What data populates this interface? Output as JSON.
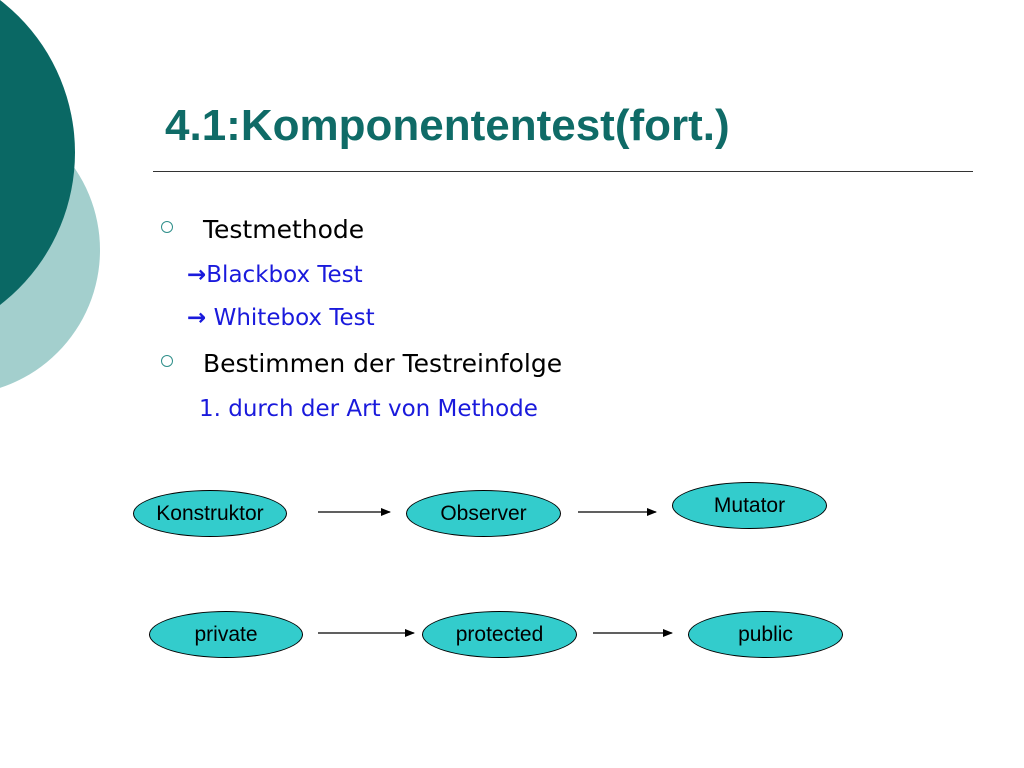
{
  "slide": {
    "title": "4.1:Komponententest(fort.)",
    "bullets": [
      {
        "text": "Testmethode",
        "subitems": [
          {
            "arrow": "→",
            "text": "Blackbox Test"
          },
          {
            "arrow": "→",
            "text": " Whitebox Test"
          }
        ]
      },
      {
        "text": "Bestimmen der Testreinfolge",
        "subitems": [
          {
            "text": "1. durch der Art von Methode"
          }
        ]
      }
    ]
  },
  "diagram": {
    "row1": [
      "Konstruktor",
      "Observer",
      "Mutator"
    ],
    "row2": [
      "private",
      "protected",
      "public"
    ]
  },
  "colors": {
    "title": "#0f6b67",
    "accent_dark": "#0a6864",
    "accent_light": "#a3cfcd",
    "subitem_text": "#1a1adc",
    "node_fill": "#33cccc"
  }
}
